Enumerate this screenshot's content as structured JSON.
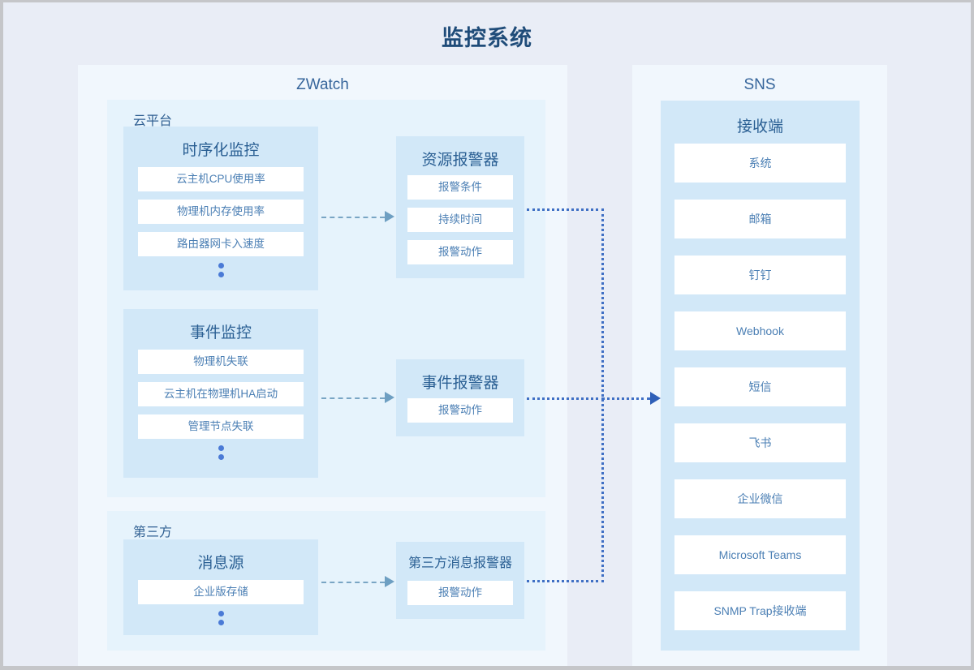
{
  "title": "监控系统",
  "colors": {
    "page_bg": "#e9edf6",
    "panel_bg": "#f1f7fd",
    "group_bg": "#e6f3fc",
    "card_bg": "#d2e8f8",
    "item_bg": "#ffffff",
    "title_text": "#1f4c79",
    "card_title_text": "#2a5f93",
    "item_text": "#4b7fb4",
    "dashed_connector": "#79a5c4",
    "dotted_connector": "#3f6fc4",
    "dot_marker": "#4a7ad6"
  },
  "panels": {
    "zwatch": {
      "title": "ZWatch",
      "groups": {
        "cloud": {
          "label": "云平台",
          "cards": {
            "timeseries": {
              "title": "时序化监控",
              "items": [
                "云主机CPU使用率",
                "物理机内存使用率",
                "路由器网卡入速度"
              ],
              "has_ellipsis": true
            },
            "event": {
              "title": "事件监控",
              "items": [
                "物理机失联",
                "云主机在物理机HA启动",
                "管理节点失联"
              ],
              "has_ellipsis": true
            },
            "resource_alarm": {
              "title": "资源报警器",
              "items": [
                "报警条件",
                "持续时间",
                "报警动作"
              ]
            },
            "event_alarm": {
              "title": "事件报警器",
              "items": [
                "报警动作"
              ]
            }
          }
        },
        "third_party": {
          "label": "第三方",
          "cards": {
            "message_source": {
              "title": "消息源",
              "items": [
                "企业版存储"
              ],
              "has_ellipsis": true
            },
            "third_party_alarm": {
              "title": "第三方消息报警器",
              "items": [
                "报警动作"
              ]
            }
          }
        }
      }
    },
    "sns": {
      "title": "SNS",
      "receiver": {
        "title": "接收端",
        "items": [
          "系统",
          "邮箱",
          "钉钉",
          "Webhook",
          "短信",
          "飞书",
          "企业微信",
          "Microsoft Teams",
          "SNMP Trap接收端"
        ]
      }
    }
  }
}
